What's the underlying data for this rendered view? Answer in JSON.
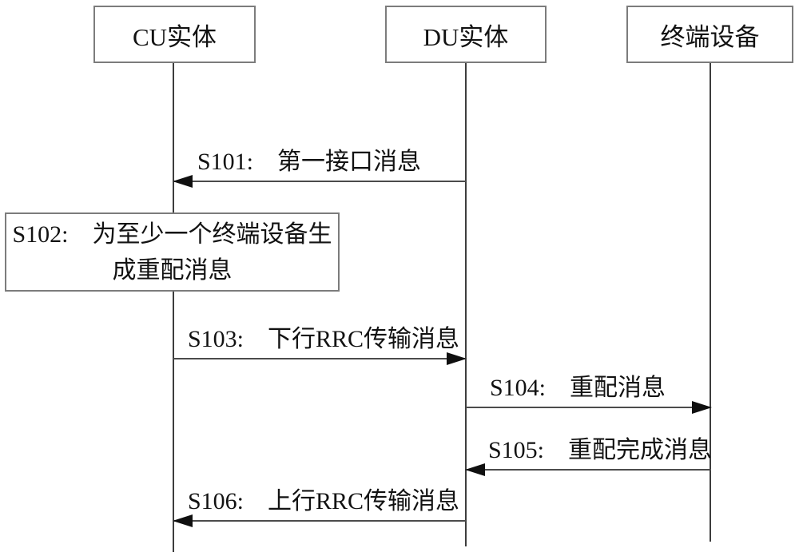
{
  "diagram": {
    "title": "RRC reconfiguration message flow between CU, DU and terminal device",
    "entities": [
      {
        "id": "cu",
        "label": "CU实体"
      },
      {
        "id": "du",
        "label": "DU实体"
      },
      {
        "id": "ue",
        "label": "终端设备"
      }
    ],
    "process_box": {
      "step": "S102",
      "line1": "S102:　为至少一个终端设备生",
      "line2": "成重配消息"
    },
    "messages": [
      {
        "step": "S101",
        "label": "S101:　第一接口消息",
        "from": "DU实体",
        "to": "CU实体",
        "direction": "left"
      },
      {
        "step": "S103",
        "label": "S103:　下行RRC传输消息",
        "from": "CU实体",
        "to": "DU实体",
        "direction": "right"
      },
      {
        "step": "S104",
        "label": "S104:　重配消息",
        "from": "DU实体",
        "to": "终端设备",
        "direction": "right"
      },
      {
        "step": "S105",
        "label": "S105:　重配完成消息",
        "from": "终端设备",
        "to": "DU实体",
        "direction": "left"
      },
      {
        "step": "S106",
        "label": "S106:　上行RRC传输消息",
        "from": "DU实体",
        "to": "CU实体",
        "direction": "left"
      }
    ],
    "colors": {
      "background": "#ffffff",
      "box_border": "#7c7c7c",
      "lifeline": "#3d3d3d",
      "arrow_line": "#4b4b4b",
      "arrowhead": "#101010",
      "text": "#121212"
    }
  }
}
